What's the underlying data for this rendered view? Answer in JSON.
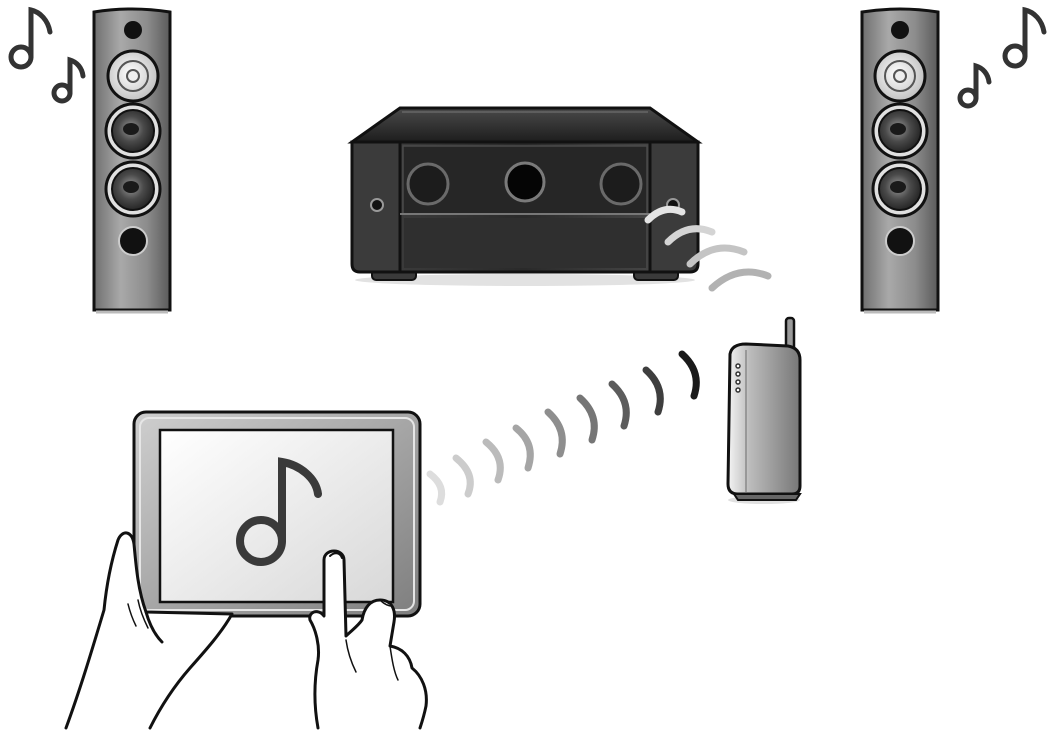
{
  "scene": {
    "devices": [
      "left-floor-speaker",
      "right-floor-speaker",
      "av-receiver",
      "wireless-router",
      "tablet"
    ],
    "icons": [
      "music-note-icon",
      "wifi-wave-icon",
      "hand-icon"
    ],
    "colors": {
      "outline": "#111111",
      "speaker_body": "#8a8a8a",
      "receiver_body": "#2b2b2b",
      "wave_light": "#d6d6d6",
      "wave_dark": "#1a1a1a",
      "screen": "#eeeeee"
    }
  }
}
